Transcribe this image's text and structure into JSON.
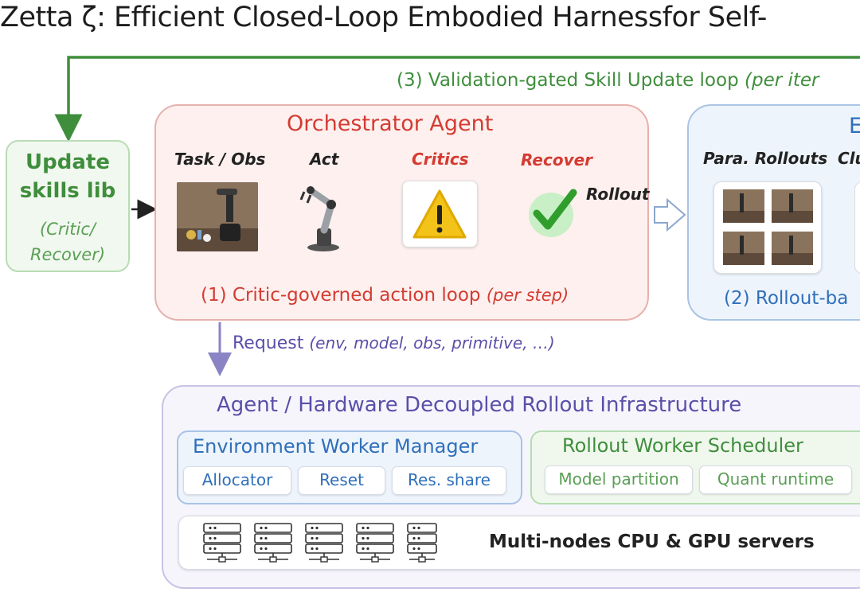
{
  "title": "Zetta ζ: Efficient Closed-Loop Embodied Harnessfor Self-",
  "loop3": {
    "label": "(3) Validation-gated Skill Update loop",
    "note": "(per iter"
  },
  "update_box": {
    "title_line1": "Update",
    "title_line2": "skills lib",
    "sub_line1": "(Critic/",
    "sub_line2": "Recover)"
  },
  "orchestrator": {
    "title": "Orchestrator Agent",
    "steps": {
      "task": "Task / Obs",
      "act": "Act",
      "critics": "Critics",
      "recover": "Recover"
    },
    "rollout_label": "Rollout",
    "loop1_label": "(1) Critic-governed action loop",
    "loop1_note": "(per step)"
  },
  "eval": {
    "title": "E",
    "para_rollouts": "Para. Rollouts",
    "clu": "Clu",
    "loop2_label": "(2) Rollout-ba"
  },
  "request": {
    "label": "Request",
    "params": "(env, model, obs, primitive, …)"
  },
  "infra": {
    "title": "Agent / Hardware Decoupled  Rollout Infrastructure",
    "ewm": {
      "title": "Environment Worker Manager",
      "chips": [
        "Allocator",
        "Reset",
        "Res. share"
      ]
    },
    "rws": {
      "title": "Rollout Worker Scheduler",
      "chips": [
        "Model partition",
        "Quant runtime"
      ]
    },
    "servers_label": "Multi-nodes CPU & GPU servers",
    "server_icons": [
      "server-icon",
      "server-icon",
      "server-icon",
      "server-icon",
      "server-icon"
    ]
  },
  "colors": {
    "green": "#3f8e3c",
    "red": "#d43b32",
    "blue": "#2f6fba",
    "purple": "#5a4fa8"
  }
}
